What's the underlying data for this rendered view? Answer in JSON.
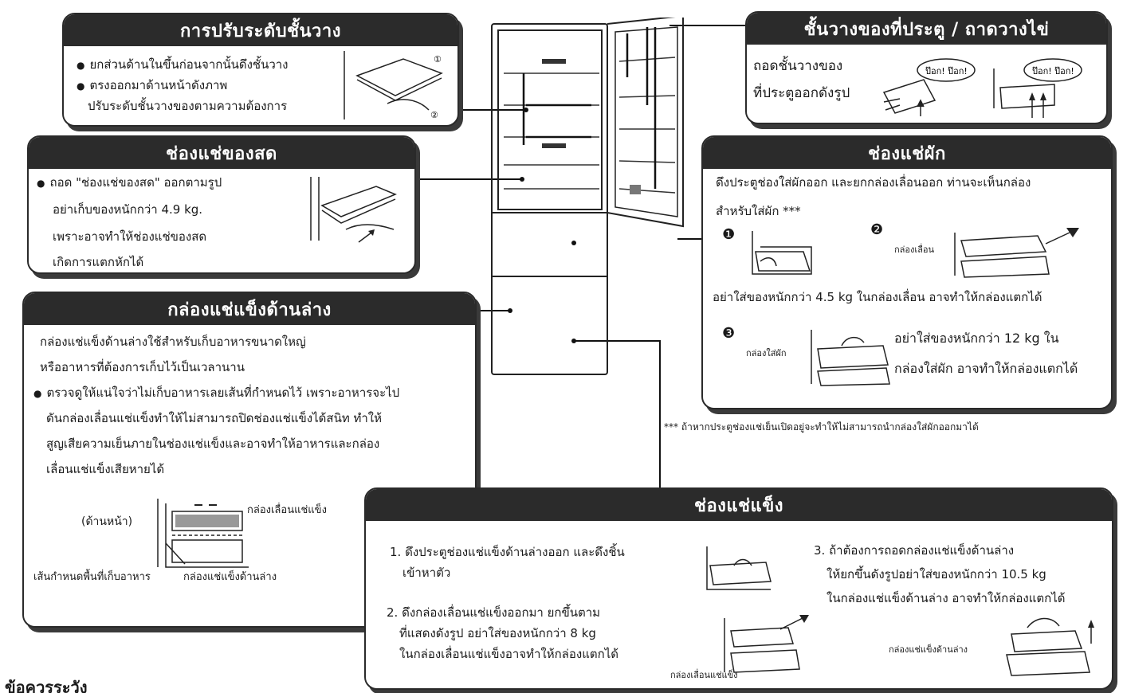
{
  "shelf_adjust": {
    "title": "การปรับระดับชั้นวาง",
    "lines": [
      "ยกส่วนด้านในขึ้นก่อนจากนั้นดึงชั้นวาง",
      "ตรงออกมาด้านหน้าดังภาพ",
      "ปรับระดับชั้นวางของตามความต้องการ"
    ],
    "marker1": "①",
    "marker2": "②"
  },
  "door_shelf": {
    "title": "ชั้นวางของที่ประตู / ถาดวางไข่",
    "lines": [
      "ถอดชั้นวางของ",
      "ที่ประตูออกดังรูป"
    ],
    "bubble1": "ป๊อก! ป๊อก!",
    "bubble2": "ป๊อก! ป๊อก!"
  },
  "fresh": {
    "title": "ช่องแช่ของสด",
    "lines": [
      "ถอด \"ช่องแช่ของสด\" ออกตามรูป",
      "อย่าเก็บของหนักกว่า 4.9 kg.",
      "เพราะอาจทำให้ช่องแช่ของสด",
      "เกิดการแตกหักได้"
    ]
  },
  "veg": {
    "title": "ช่องแช่ผัก",
    "intro1": "ดึงประตูช่องใส่ผักออก และยกกล่องเลื่อนออก ท่านจะเห็นกล่อง",
    "intro2": "สำหรับใส่ผัก ***",
    "step1": "❶",
    "step2": "❷",
    "step3": "❸",
    "label_slide": "กล่องเลื่อน",
    "warn1": "อย่าใส่ของหนักกว่า 4.5 kg ในกล่องเลื่อน อาจทำให้กล่องแตกได้",
    "label_vegbox": "กล่องใส่ผัก",
    "warn2a": "อย่าใส่ของหนักกว่า 12 kg ใน",
    "warn2b": "กล่องใส่ผัก อาจทำให้กล่องแตกได้"
  },
  "footnote": "*** ถ้าหากประตูช่องแช่เย็นเปิดอยู่จะทำให้ไม่สามารถนำกล่องใส่ผักออกมาได้",
  "lower_freezer": {
    "title": "กล่องแช่แข็งด้านล่าง",
    "lines": [
      "กล่องแช่แข็งด้านล่างใช้สำหรับเก็บอาหารขนาดใหญ่",
      "หรืออาหารที่ต้องการเก็บไว้เป็นเวลานาน",
      "ตรวจดูให้แน่ใจว่าไม่เก็บอาหารเลยเส้นที่กำหนดไว้ เพราะอาหารจะไป",
      "ดันกล่องเลื่อนแช่แข็งทำให้ไม่สามารถปิดช่องแช่แข็งได้สนิท ทำให้",
      "สูญเสียความเย็นภายในช่องแช่แข็งและอาจทำให้อาหารและกล่อง",
      "เลื่อนแช่แข็งเสียหายได้"
    ],
    "label_front": "(ด้านหน้า)",
    "label_slide_box": "กล่องเลื่อนแช่แข็ง",
    "label_line": "เส้นกำหนดพื้นที่เก็บอาหาร",
    "label_lower_box": "กล่องแช่แข็งด้านล่าง"
  },
  "freezer": {
    "title": "ช่องแช่แข็ง",
    "s1a": "1. ดึงประตูช่องแช่แข็งด้านล่างออก และดึงชิ้น",
    "s1b": "เข้าหาตัว",
    "s2a": "2. ดึงกล่องเลื่อนแช่แข็งออกมา ยกขึ้นตาม",
    "s2b": "ที่แสดงดังรูป อย่าใส่ของหนักกว่า 8 kg",
    "s2c": "ในกล่องเลื่อนแช่แข็งอาจทำให้กล่องแตกได้",
    "s3a": "3. ถ้าต้องการถอดกล่องแช่แข็งด้านล่าง",
    "s3b": "ให้ยกขึ้นดังรูปอย่าใส่ของหนักกว่า 10.5 kg",
    "s3c": "ในกล่องแช่แข็งด้านล่าง อาจทำให้กล่องแตกได้",
    "label_lower": "กล่องแช่แข็งด้านล่าง",
    "label_slide": "กล่องเลื่อนแช่แข็ง"
  },
  "bottom_fragment": "ข้อควรระวัง"
}
